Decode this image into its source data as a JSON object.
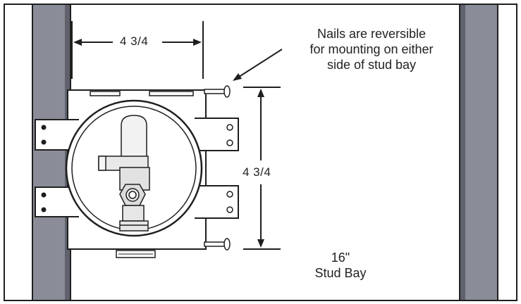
{
  "diagram": {
    "horizontal_dimension": "4 3/4",
    "vertical_dimension": "4 3/4",
    "note_lines": [
      "Nails are reversible",
      "for mounting on either",
      "side of stud bay"
    ],
    "bay_size": "16\"",
    "bay_label": "Stud Bay"
  },
  "colors": {
    "stud": "#8a8d98",
    "stud_shadow": "#5f626c",
    "box_fill": "#ffffff",
    "line": "#1f1f1f",
    "valve_fill": "#eeeeee"
  }
}
